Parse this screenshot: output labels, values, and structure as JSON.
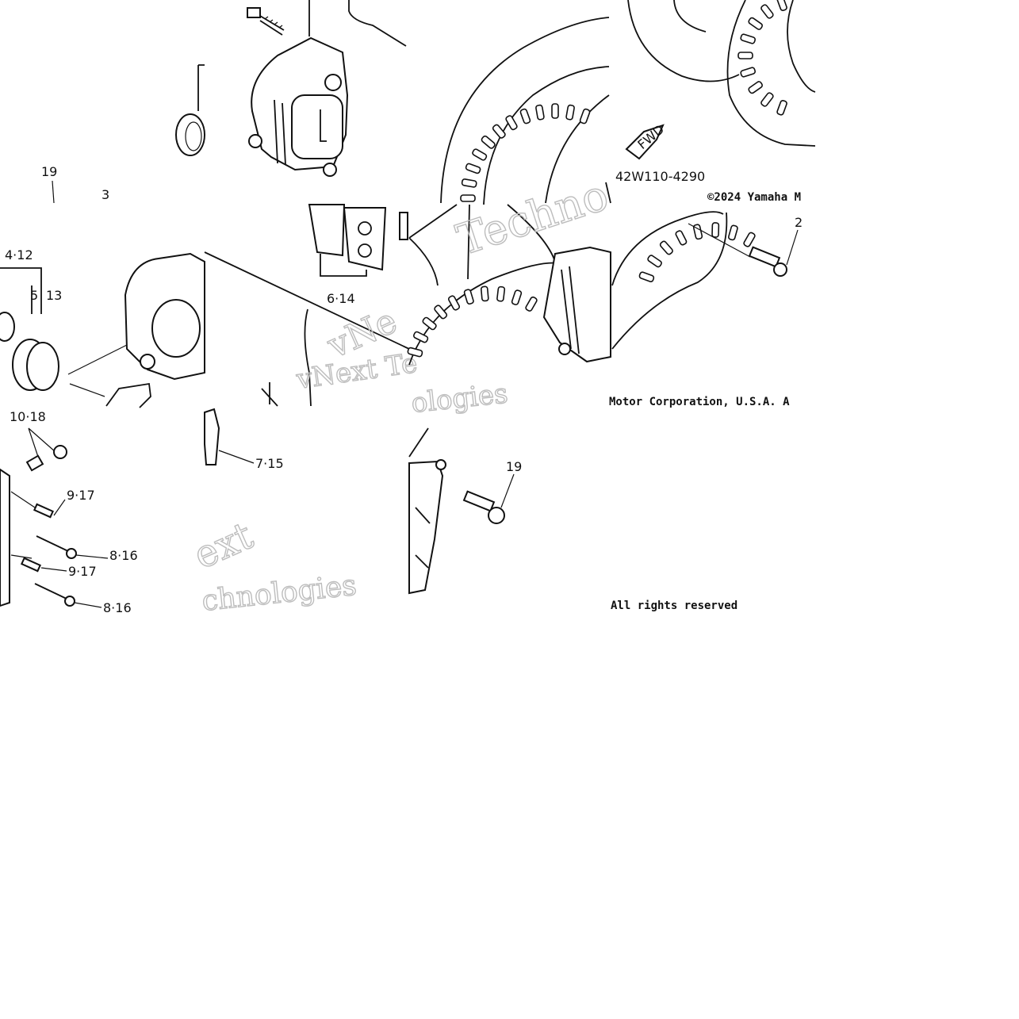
{
  "callouts": {
    "c19a": "19",
    "c3": "3",
    "c412": "4·12",
    "c5": "5",
    "c13": "13",
    "c1018": "10·18",
    "c917a": "9·17",
    "c816a": "8·16",
    "c917b": "9·17",
    "c816b": "8·16",
    "c614": "6·14",
    "c715": "7·15",
    "c19b": "19",
    "c2": "2"
  },
  "part_number": "42W110-4290",
  "fwd_mark": "FWD",
  "copyright_top": "©2024 Yamaha M",
  "copyright_mid": "Motor Corporation, U.S.A. A",
  "copyright_bottom": "All rights reserved",
  "watermarks": {
    "w1": "Techno",
    "w2": "vNext Te",
    "w3": "ologies",
    "w4": "ext",
    "w5": "chnologies",
    "w6": "vNe"
  }
}
